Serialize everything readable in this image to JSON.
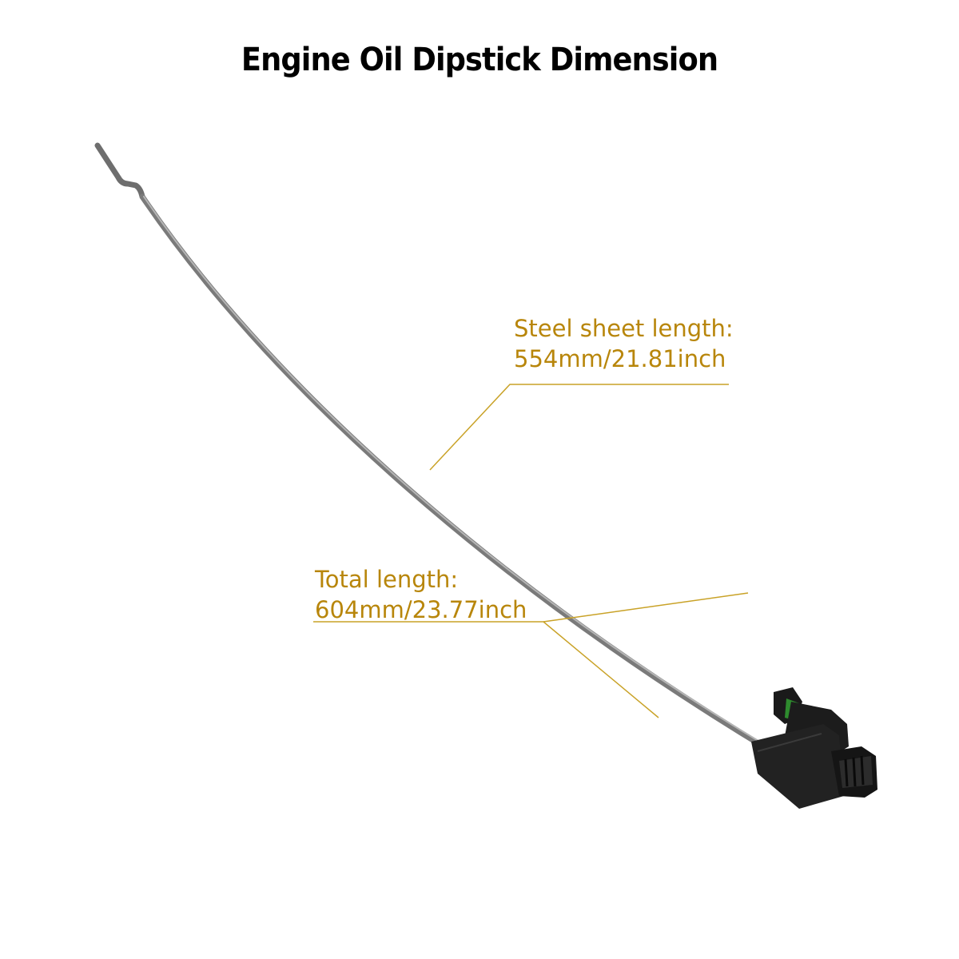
{
  "title": "Engine Oil Dipstick Dimension",
  "colors": {
    "title": "#000000",
    "annotation": "#b8860b",
    "leader_line": "#c9a227",
    "steel": "#6e6e6e",
    "handle": "#1a1a1a",
    "o_ring": "#2e8b2e"
  },
  "annotations": {
    "steel_sheet": {
      "line1": "Steel sheet length:",
      "line2": "554mm/21.81inch"
    },
    "total": {
      "line1": "Total length:",
      "line2": "604mm/23.77inch"
    }
  },
  "icons": {
    "product": "dipstick-illustration"
  }
}
